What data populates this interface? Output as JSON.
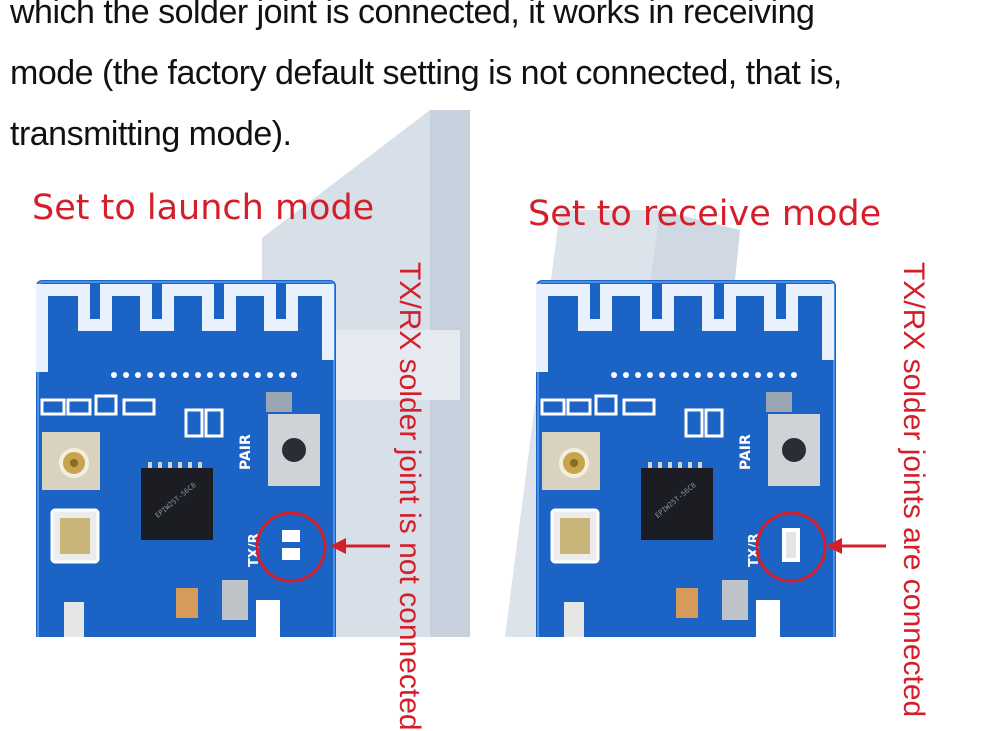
{
  "intro": {
    "line1": "which the solder joint is connected, it works in receiving",
    "line2": "mode (the factory default setting is not connected, that is,",
    "line3": "transmitting mode)."
  },
  "left_panel": {
    "caption": "Set to launch mode",
    "side_note": "TX/RX solder joint is not connected",
    "silkscreen_pair": "PAIR",
    "silkscreen_txrx": "TX/R",
    "chip_text": "EPIW25T-56C8"
  },
  "right_panel": {
    "caption": "Set to receive mode",
    "side_note": "TX/RX solder joints are connected",
    "silkscreen_pair": "PAIR",
    "silkscreen_txrx": "TX/R",
    "chip_text": "EPIW25T-56C8"
  },
  "colors": {
    "pcb_blue": "#1c63c6",
    "annotation_red": "#d41f2a",
    "watermark": "#9fb2c8"
  }
}
